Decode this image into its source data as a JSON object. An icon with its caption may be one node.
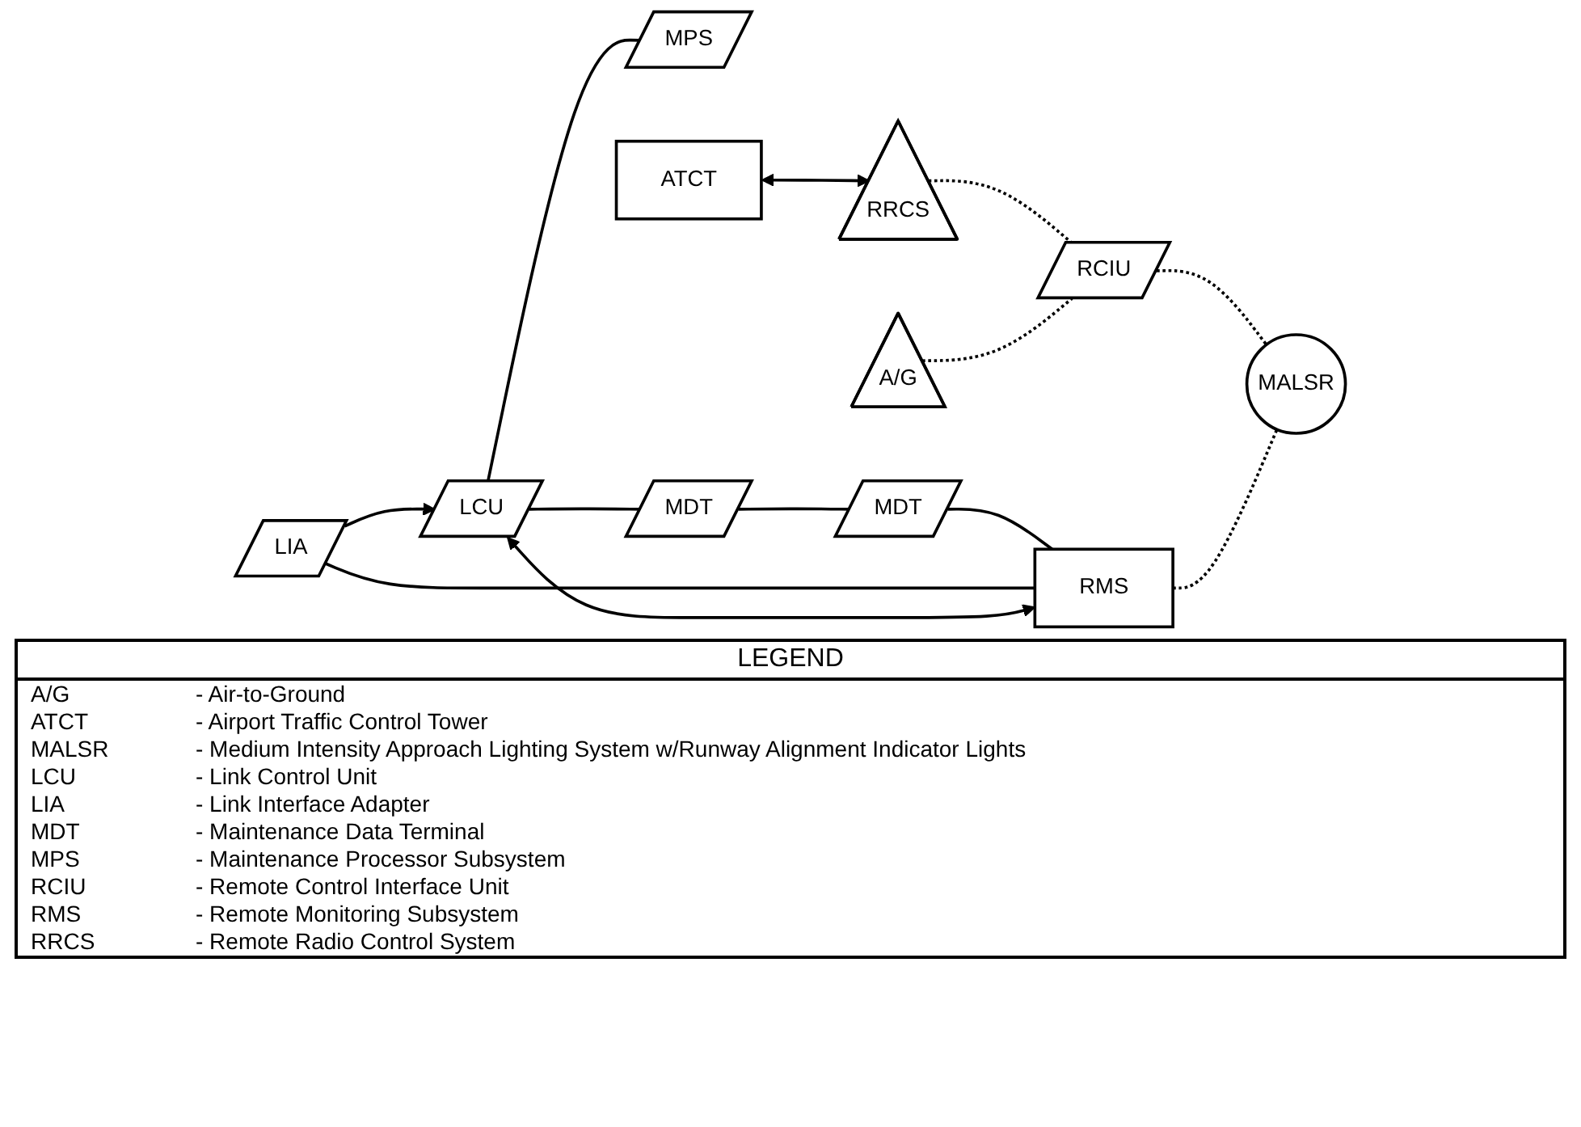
{
  "diagram": {
    "nodes": [
      {
        "text": [
          "LCU"
        ]
      },
      {
        "text": [
          "MPS"
        ]
      },
      {
        "text": [
          "ATCT"
        ]
      },
      {
        "text": [
          "RRCS"
        ]
      },
      {
        "text": [
          "MDT"
        ]
      },
      {
        "text": [
          "LIA"
        ]
      },
      {
        "text": [
          "A/G"
        ]
      },
      {
        "text": [
          "MDT"
        ]
      },
      {
        "text": [
          "RMS"
        ]
      },
      {
        "text": [
          "RCIU"
        ]
      },
      {
        "text": [
          "MALSR"
        ]
      }
    ],
    "edges": [
      {
        "from": 0,
        "to": 1,
        "arrow": "none"
      },
      {
        "from": 0,
        "to": 4,
        "arrow": "none"
      },
      {
        "from": 4,
        "to": 7,
        "arrow": "none"
      },
      {
        "from": 7,
        "to": 8,
        "arrow": "none"
      },
      {
        "from": 5,
        "to": 8,
        "arrow": "none"
      },
      {
        "from": 5,
        "to": 0,
        "arrow": "to"
      },
      {
        "from": 0,
        "to": 8,
        "arrow": "both"
      },
      {
        "from": 2,
        "to": 3,
        "arrow": "both"
      },
      {
        "from": 3,
        "to": 9,
        "arrow": "none",
        "style": "dashed"
      },
      {
        "from": 6,
        "to": 9,
        "arrow": "none",
        "style": "dashed"
      },
      {
        "from": 9,
        "to": 10,
        "arrow": "none",
        "style": "dashed"
      },
      {
        "from": 8,
        "to": 10,
        "arrow": "none",
        "style": "dashed"
      }
    ],
    "labels": [
      "LEGEND",
      "A/G",
      "- Air-to-Ground",
      "ATCT",
      "- Airport Traffic Control Tower",
      "MALSR",
      "- Medium Intensity Approach Lighting System w/Runway Alignment Indicator Lights",
      "LCU",
      "- Link Control Unit",
      "LIA",
      "- Link Interface Adapter",
      "MDT",
      "- Maintenance Data Terminal",
      "MPS",
      "- Maintenance Processor Subsystem",
      "RCIU",
      "- Remote Control Interface Unit",
      "RMS",
      "- Remote Monitoring Subsystem",
      "RRCS",
      "- Remote Radio Control System"
    ]
  }
}
